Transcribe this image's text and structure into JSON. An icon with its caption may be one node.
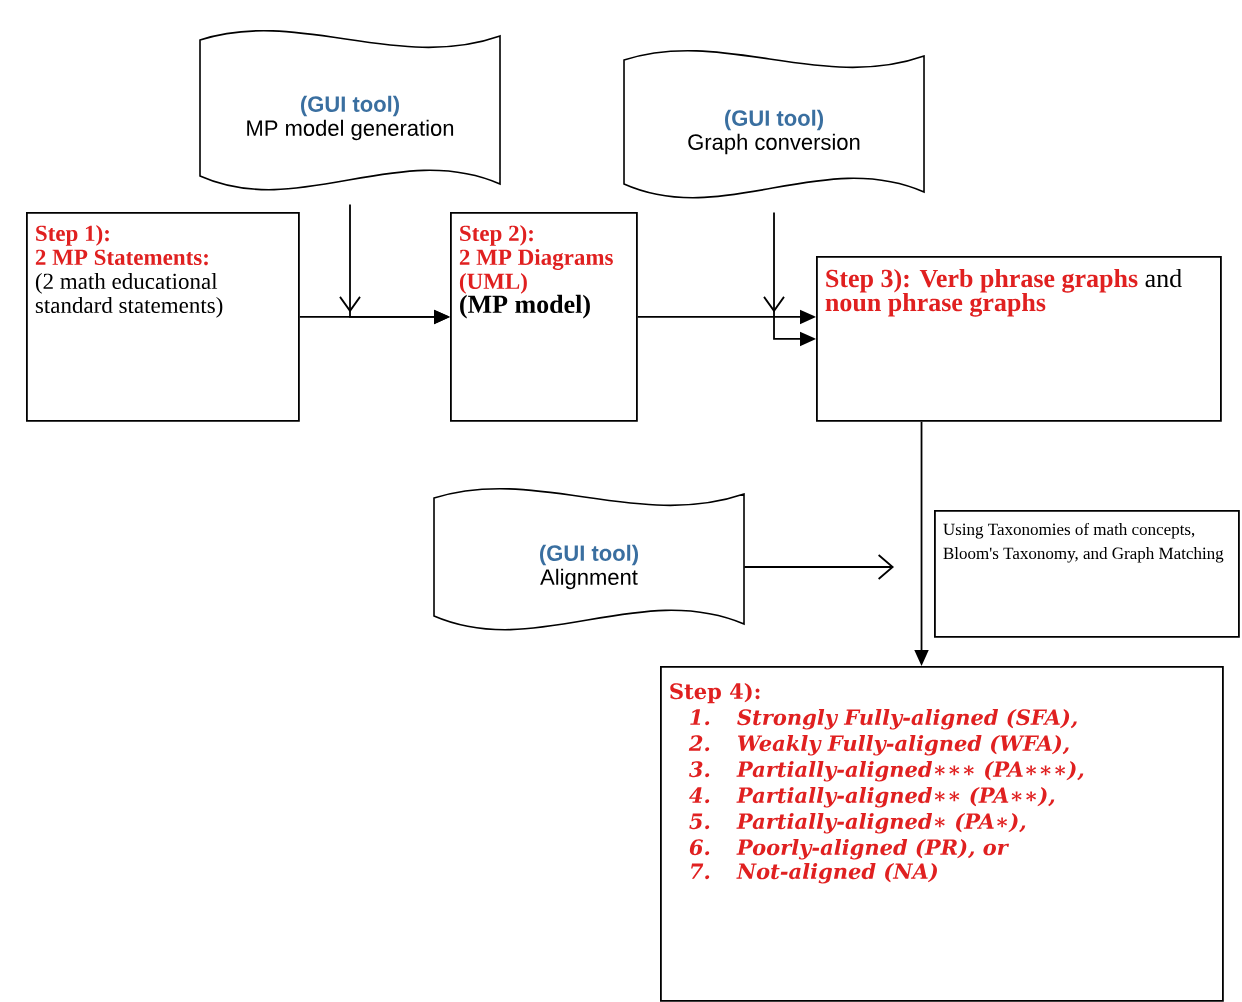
{
  "diagram": {
    "nodes": [
      {
        "text": [
          "(GUI tool)",
          "MP model generation"
        ]
      },
      {
        "text": [
          "(GUI tool)",
          "Graph conversion"
        ]
      },
      {
        "text": [
          "Step 1):",
          "2 MP Statements:",
          "(2 math educational standard statements)"
        ]
      },
      {
        "text": [
          "Step 2):",
          "2 MP Diagrams (UML)",
          "(MP model)"
        ]
      },
      {
        "text": [
          "Step 3): Verb phrase graphs",
          "and",
          "noun phrase graphs"
        ]
      },
      {
        "text": [
          "(GUI tool)",
          "Alignment"
        ]
      },
      {
        "text": [
          "Using Taxonomies of math concepts, Bloom's Taxonomy, and Graph Matching"
        ]
      },
      {
        "text": [
          "Step 4):",
          "1.",
          "Strongly Fully-aligned (SFA),",
          "2.",
          "Weakly Fully-aligned (WFA),",
          "3.",
          "Partially-aligned∗∗∗ (PA∗∗∗),",
          "4.",
          "Partially-aligned∗∗ (PA∗∗),",
          "5.",
          "Partially-aligned∗ (PA∗),",
          "6.",
          "Poorly-aligned (PR), or",
          "7.",
          "Not-aligned (NA)"
        ]
      }
    ],
    "edges": [
      {
        "from": 2,
        "to": 3,
        "arrow": "to"
      },
      {
        "from": 0,
        "to": 3,
        "arrow": "to"
      },
      {
        "from": 3,
        "to": 4,
        "arrow": "to"
      },
      {
        "from": 1,
        "to": 4,
        "arrow": "to"
      },
      {
        "from": 5,
        "to": 6,
        "arrow": "to"
      },
      {
        "from": 4,
        "to": 7,
        "arrow": "to"
      }
    ]
  }
}
